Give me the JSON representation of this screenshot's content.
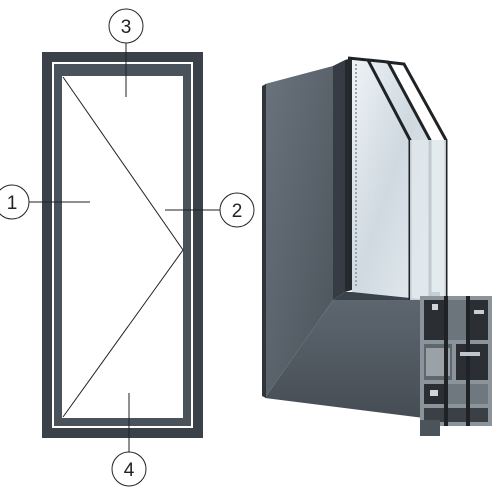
{
  "callouts": [
    {
      "id": "1",
      "label": "1"
    },
    {
      "id": "2",
      "label": "2"
    },
    {
      "id": "3",
      "label": "3"
    },
    {
      "id": "4",
      "label": "4"
    }
  ],
  "colors": {
    "frame": "#3a4149",
    "frame_inner": "#4a525b",
    "profile_face": "#5a636c",
    "profile_side": "#3b434b",
    "glass": "#d7e0e6",
    "gasket": "#1f2326",
    "thermal_break": "#2b2f33",
    "section_metal": "#8c949b",
    "outline": "#2a2a2a"
  },
  "icons": {
    "sash_opening_marker": "triangle-open-direction-icon"
  }
}
